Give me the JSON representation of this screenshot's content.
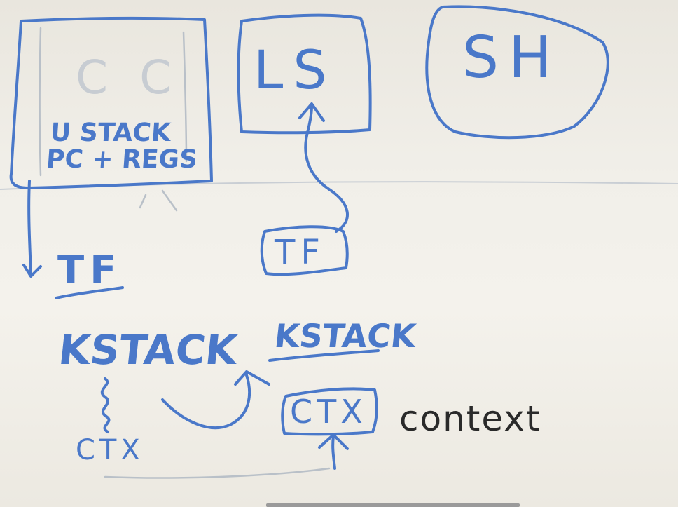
{
  "boxes": {
    "cc": {
      "title": "C C",
      "line1": "U STACK",
      "line2": "PC + REGS"
    },
    "ls": {
      "title": "LS"
    },
    "sh": {
      "title": "SH"
    }
  },
  "left_column": {
    "trapframe": "TF",
    "kernel_stack": "KSTACK",
    "context": "CTX"
  },
  "right_column": {
    "trapframe": "TF",
    "kernel_stack": "KSTACK",
    "context": "CTX"
  },
  "annotation": {
    "context_word": "context"
  },
  "ink_color": "#4a78c9"
}
